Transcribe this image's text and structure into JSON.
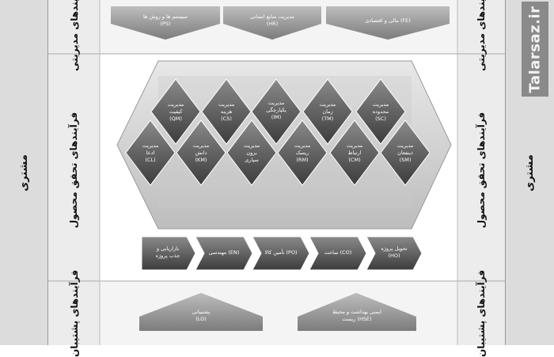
{
  "left": {
    "customer": "مشتری",
    "management": "فرآیندهای مدیریتی",
    "realization": "فرآیندهای تحقق محصول",
    "support": "فرآیندهای پشتیبان"
  },
  "right": {
    "customer": "مشتری",
    "management": "فرآیندهای مدیریتی",
    "realization": "فرآیندهای تحقق محصول",
    "support": "فرآیندهای پشتیبان"
  },
  "watermark": "Talarsaz.ir",
  "management_arrows": [
    {
      "line1": "مالی و اقتصادی (FE)",
      "line2": ""
    },
    {
      "line1": "مدیریت منابع انسانی",
      "line2": "(HR)"
    },
    {
      "line1": "سیستم ها و روش ها",
      "line2": "(PS)"
    }
  ],
  "diamonds_top": [
    {
      "line1": "مدیریت",
      "line2": "محدوده",
      "code": "(SC)"
    },
    {
      "line1": "مدیریت",
      "line2": "زمان",
      "code": "(TM)"
    },
    {
      "line1": "مدیریت",
      "line2": "یکپارچگی",
      "code": "(IM)"
    },
    {
      "line1": "مدیریت",
      "line2": "هزینه",
      "code": "(CS)"
    },
    {
      "line1": "مدیریت",
      "line2": "کیفیت",
      "code": "(QM)"
    }
  ],
  "diamonds_bottom": [
    {
      "line1": "مدیریت",
      "line2": "ذینفعان",
      "code": "(SM)"
    },
    {
      "line1": "مدیریت",
      "line2": "ارتباط",
      "code": "(CM)"
    },
    {
      "line1": "مدیریت",
      "line2": "ریسک",
      "code": "(RM)"
    },
    {
      "line1": "مدیریت",
      "line2": "برون",
      "code": "سپاری"
    },
    {
      "line1": "مدیریت",
      "line2": "دانش",
      "code": "(KM)"
    },
    {
      "line1": "مدیریت",
      "line2": "ادعا",
      "code": "(CL)"
    }
  ],
  "realization_arrows": [
    {
      "line1": "تحویل پروژه",
      "line2": "(HO)"
    },
    {
      "line1": "ساخت (CO)",
      "line2": ""
    },
    {
      "line1": "تأمین کالا (PO)",
      "line2": ""
    },
    {
      "line1": "مهندسی (EN)",
      "line2": ""
    },
    {
      "line1": "بازاریابی و",
      "line2": "جذب پروژه"
    }
  ],
  "support_arrows": [
    {
      "line1": "ایمنی بهداشت و محیط",
      "line2": "زیست (HSE)"
    },
    {
      "line1": "پشتیبانی",
      "line2": "(LO)"
    }
  ]
}
